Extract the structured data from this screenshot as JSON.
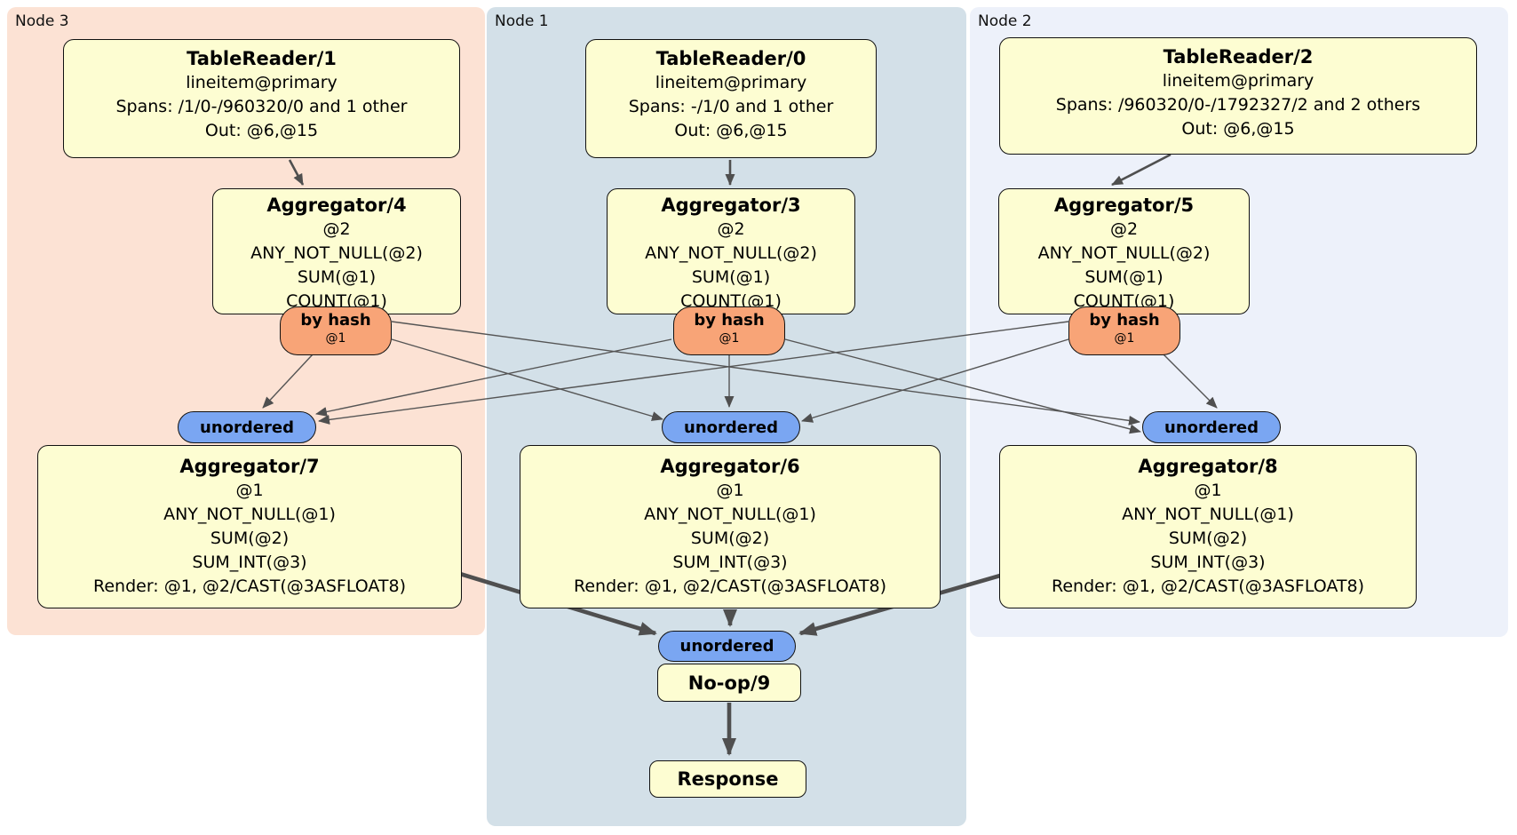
{
  "regions": {
    "node3": {
      "label": "Node 3",
      "bg": "#fce2d4"
    },
    "node1": {
      "label": "Node 1",
      "bg": "#d3e0e8"
    },
    "node2": {
      "label": "Node 2",
      "bg": "#edf1fa"
    }
  },
  "boxes": {
    "tablereader1": {
      "title": "TableReader/1",
      "lines": [
        "lineitem@primary",
        "Spans: /1/0-/960320/0 and 1 other",
        "Out: @6,@15"
      ]
    },
    "tablereader0": {
      "title": "TableReader/0",
      "lines": [
        "lineitem@primary",
        "Spans: -/1/0 and 1 other",
        "Out: @6,@15"
      ]
    },
    "tablereader2": {
      "title": "TableReader/2",
      "lines": [
        "lineitem@primary",
        "Spans: /960320/0-/1792327/2 and 2 others",
        "Out: @6,@15"
      ]
    },
    "aggregator4": {
      "title": "Aggregator/4",
      "lines": [
        "@2",
        "ANY_NOT_NULL(@2)",
        "SUM(@1)",
        "COUNT(@1)"
      ]
    },
    "aggregator3": {
      "title": "Aggregator/3",
      "lines": [
        "@2",
        "ANY_NOT_NULL(@2)",
        "SUM(@1)",
        "COUNT(@1)"
      ]
    },
    "aggregator5": {
      "title": "Aggregator/5",
      "lines": [
        "@2",
        "ANY_NOT_NULL(@2)",
        "SUM(@1)",
        "COUNT(@1)"
      ]
    },
    "aggregator7": {
      "title": "Aggregator/7",
      "lines": [
        "@1",
        "ANY_NOT_NULL(@1)",
        "SUM(@2)",
        "SUM_INT(@3)",
        "Render: @1, @2/CAST(@3ASFLOAT8)"
      ]
    },
    "aggregator6": {
      "title": "Aggregator/6",
      "lines": [
        "@1",
        "ANY_NOT_NULL(@1)",
        "SUM(@2)",
        "SUM_INT(@3)",
        "Render: @1, @2/CAST(@3ASFLOAT8)"
      ]
    },
    "aggregator8": {
      "title": "Aggregator/8",
      "lines": [
        "@1",
        "ANY_NOT_NULL(@1)",
        "SUM(@2)",
        "SUM_INT(@3)",
        "Render: @1, @2/CAST(@3ASFLOAT8)"
      ]
    },
    "noop": {
      "title": "No-op/9"
    },
    "response": {
      "title": "Response"
    }
  },
  "badges": {
    "byhash_node3": {
      "label": "by hash",
      "sublabel": "@1"
    },
    "byhash_node1": {
      "label": "by hash",
      "sublabel": "@1"
    },
    "byhash_node2": {
      "label": "by hash",
      "sublabel": "@1"
    },
    "unordered_node3": {
      "label": "unordered"
    },
    "unordered_node1": {
      "label": "unordered"
    },
    "unordered_node2": {
      "label": "unordered"
    },
    "unordered_final": {
      "label": "unordered"
    }
  },
  "colors": {
    "box_fill": "#fdfdd2",
    "byhash_fill": "#f8a477",
    "unordered_fill": "#7aa6f2",
    "edge": "#4f4f4f"
  }
}
